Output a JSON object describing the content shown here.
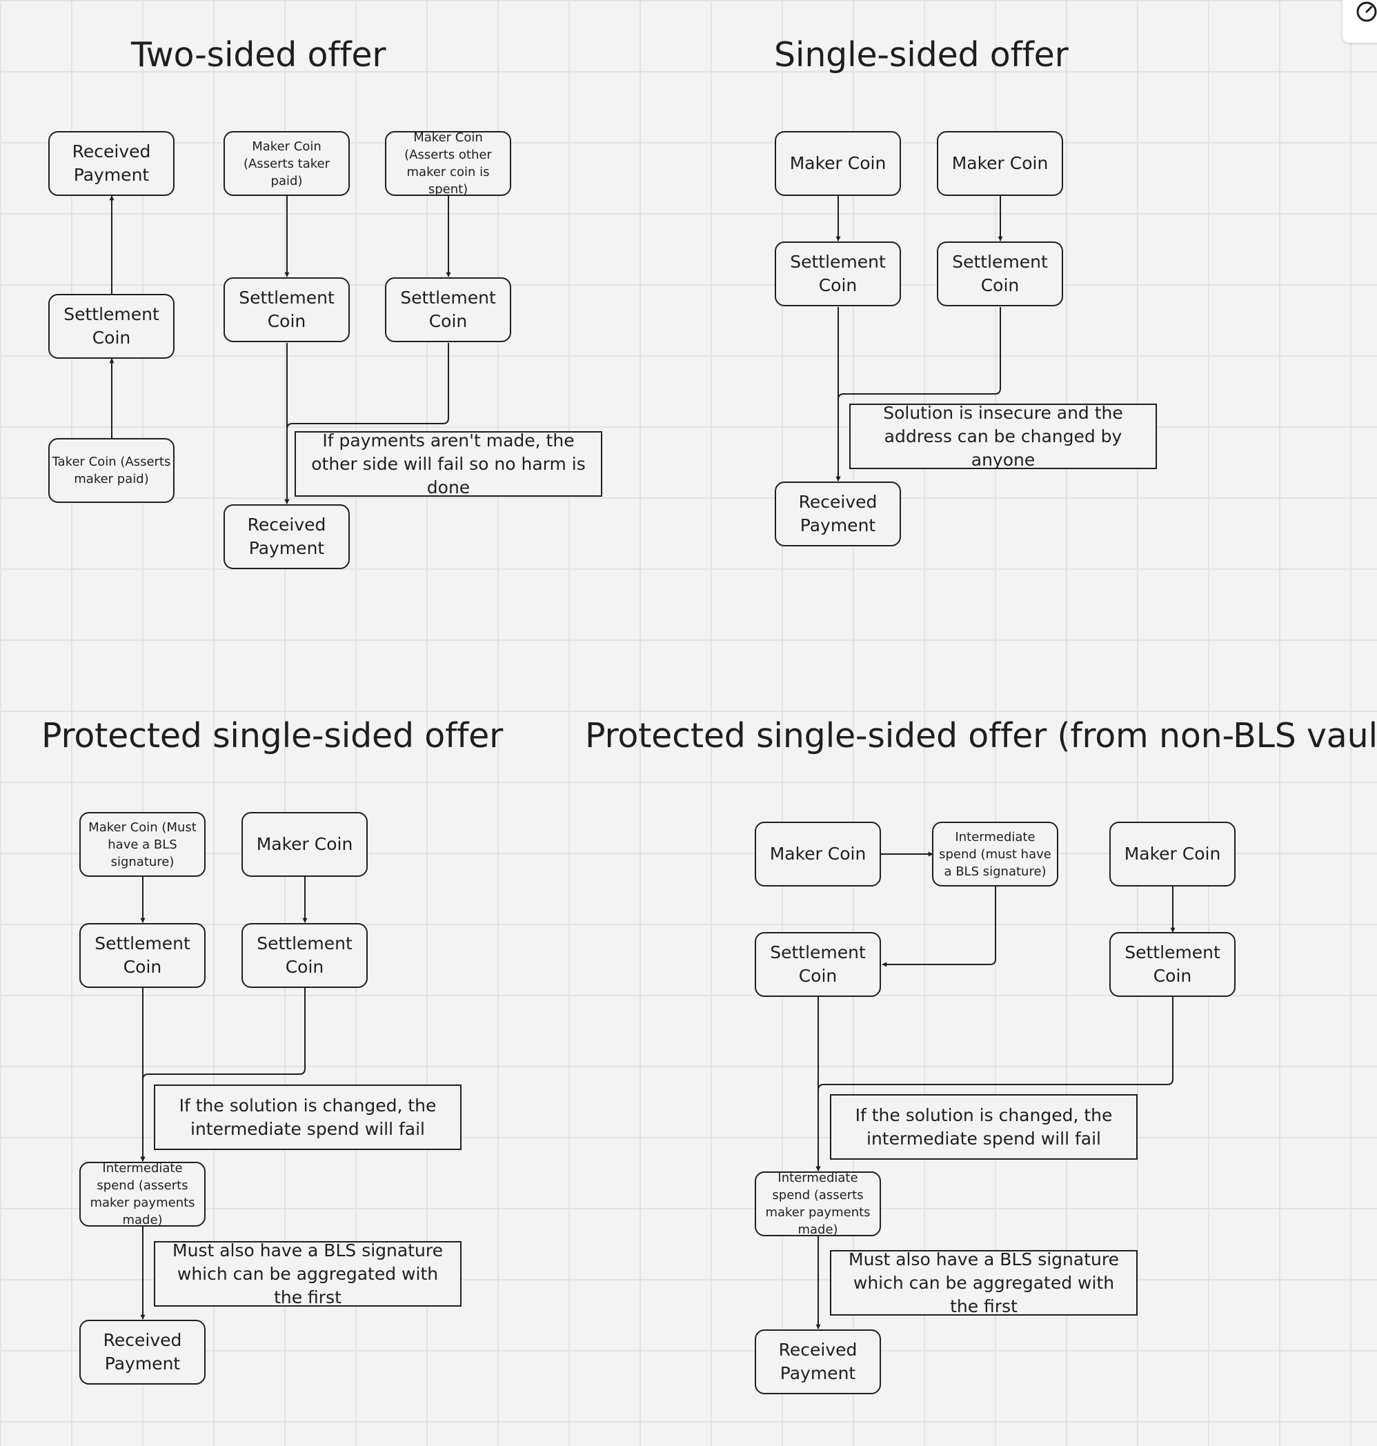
{
  "titles": {
    "two_sided": "Two-sided offer",
    "single_sided": "Single-sided offer",
    "protected": "Protected single-sided offer",
    "protected_non_bls": "Protected single-sided offer (from non-BLS vault)"
  },
  "two_sided": {
    "received_payment_1": "Received Payment",
    "settlement_1": "Settlement Coin",
    "taker_coin": "Taker Coin (Asserts maker paid)",
    "maker_coin_1": "Maker Coin (Asserts taker paid)",
    "maker_coin_2": "Maker Coin (Asserts other maker coin is spent)",
    "settlement_2": "Settlement Coin",
    "settlement_3": "Settlement Coin",
    "received_payment_2": "Received Payment",
    "note": "If payments aren't made, the other side will fail so no harm is done"
  },
  "single_sided": {
    "maker_coin_1": "Maker Coin",
    "maker_coin_2": "Maker Coin",
    "settlement_1": "Settlement Coin",
    "settlement_2": "Settlement Coin",
    "received_payment": "Received Payment",
    "note": "Solution is insecure and the address can be changed by anyone"
  },
  "protected": {
    "maker_coin_bls": "Maker Coin (Must have a BLS signature)",
    "maker_coin": "Maker Coin",
    "settlement_1": "Settlement Coin",
    "settlement_2": "Settlement Coin",
    "intermediate": "Intermediate spend (asserts maker payments made)",
    "received_payment": "Received Payment",
    "note_1": "If the solution is changed, the intermediate spend will fail",
    "note_2": "Must also have a BLS signature which can be aggregated with the first"
  },
  "protected_non_bls": {
    "maker_coin_1": "Maker Coin",
    "intermediate_bls": "Intermediate spend (must have a BLS signature)",
    "maker_coin_2": "Maker Coin",
    "settlement_1": "Settlement Coin",
    "settlement_2": "Settlement Coin",
    "intermediate": "Intermediate spend (asserts maker payments made)",
    "received_payment": "Received Payment",
    "note_1": "If the solution is changed, the intermediate spend will fail",
    "note_2": "Must also have a BLS signature which can be aggregated with the first"
  },
  "colors": {
    "background": "#f3f3f3",
    "grid": "#e3e3e3",
    "stroke": "#1e1e1e"
  },
  "icons": {
    "corner": "speedometer-icon"
  }
}
